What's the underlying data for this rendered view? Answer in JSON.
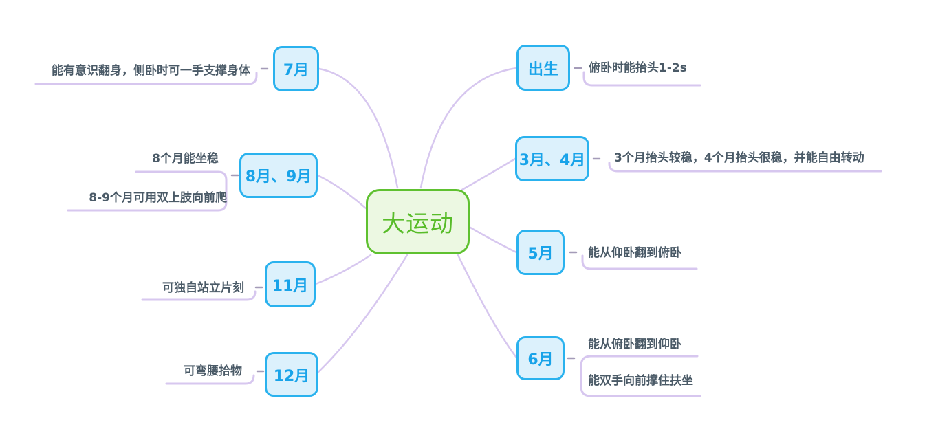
{
  "central_topic": {
    "label": "大运动"
  },
  "branches": [
    {
      "id": "birth",
      "label": "出生",
      "leaves": [
        "俯卧时能抬头1-2s"
      ]
    },
    {
      "id": "m34",
      "label": "3月、4月",
      "leaves": [
        "3个月抬头较稳，4个月抬头很稳，并能自由转动"
      ]
    },
    {
      "id": "m5",
      "label": "5月",
      "leaves": [
        "能从仰卧翻到俯卧"
      ]
    },
    {
      "id": "m6",
      "label": "6月",
      "leaves": [
        "能从俯卧翻到仰卧",
        "能双手向前撑住扶坐"
      ]
    },
    {
      "id": "m7",
      "label": "7月",
      "leaves": [
        "能有意识翻身，侧卧时可一手支撑身体"
      ]
    },
    {
      "id": "m89",
      "label": "8月、9月",
      "leaves": [
        "8个月能坐稳",
        "8-9个月可用双上肢向前爬"
      ]
    },
    {
      "id": "m11",
      "label": "11月",
      "leaves": [
        "可独自站立片刻"
      ]
    },
    {
      "id": "m12",
      "label": "12月",
      "leaves": [
        "可弯腰拾物"
      ]
    }
  ],
  "colors": {
    "branch_border": "#2ab2ee",
    "branch_fill": "#dcf1fc",
    "branch_text": "#18a3e9",
    "central_border": "#5fc130",
    "central_fill": "#ecf8e2",
    "central_text": "#58bc29",
    "leaf_text": "#4a5a67",
    "connector": "#d7c7ef",
    "connector_dash": "#a49bb8"
  }
}
